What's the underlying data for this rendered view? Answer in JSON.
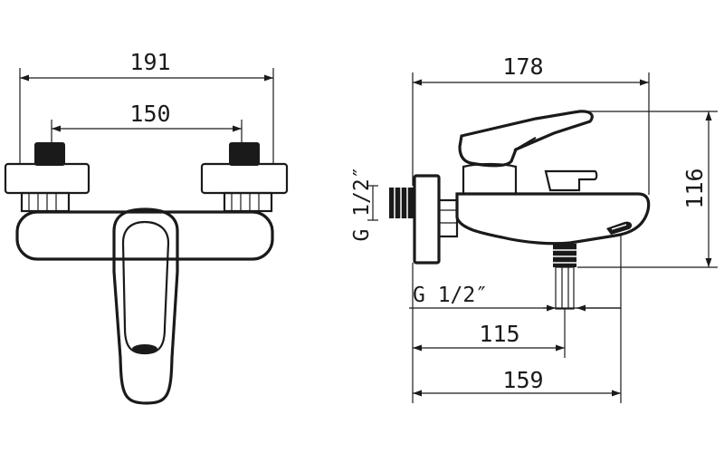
{
  "front_view": {
    "overall_width": "191",
    "handle_spacing": "150"
  },
  "side_view": {
    "overall_depth": "178",
    "height": "116",
    "inlet_thread": "G 1/2″",
    "outlet_thread": "G 1/2″",
    "spout_offset": "115",
    "spout_reach": "159"
  }
}
